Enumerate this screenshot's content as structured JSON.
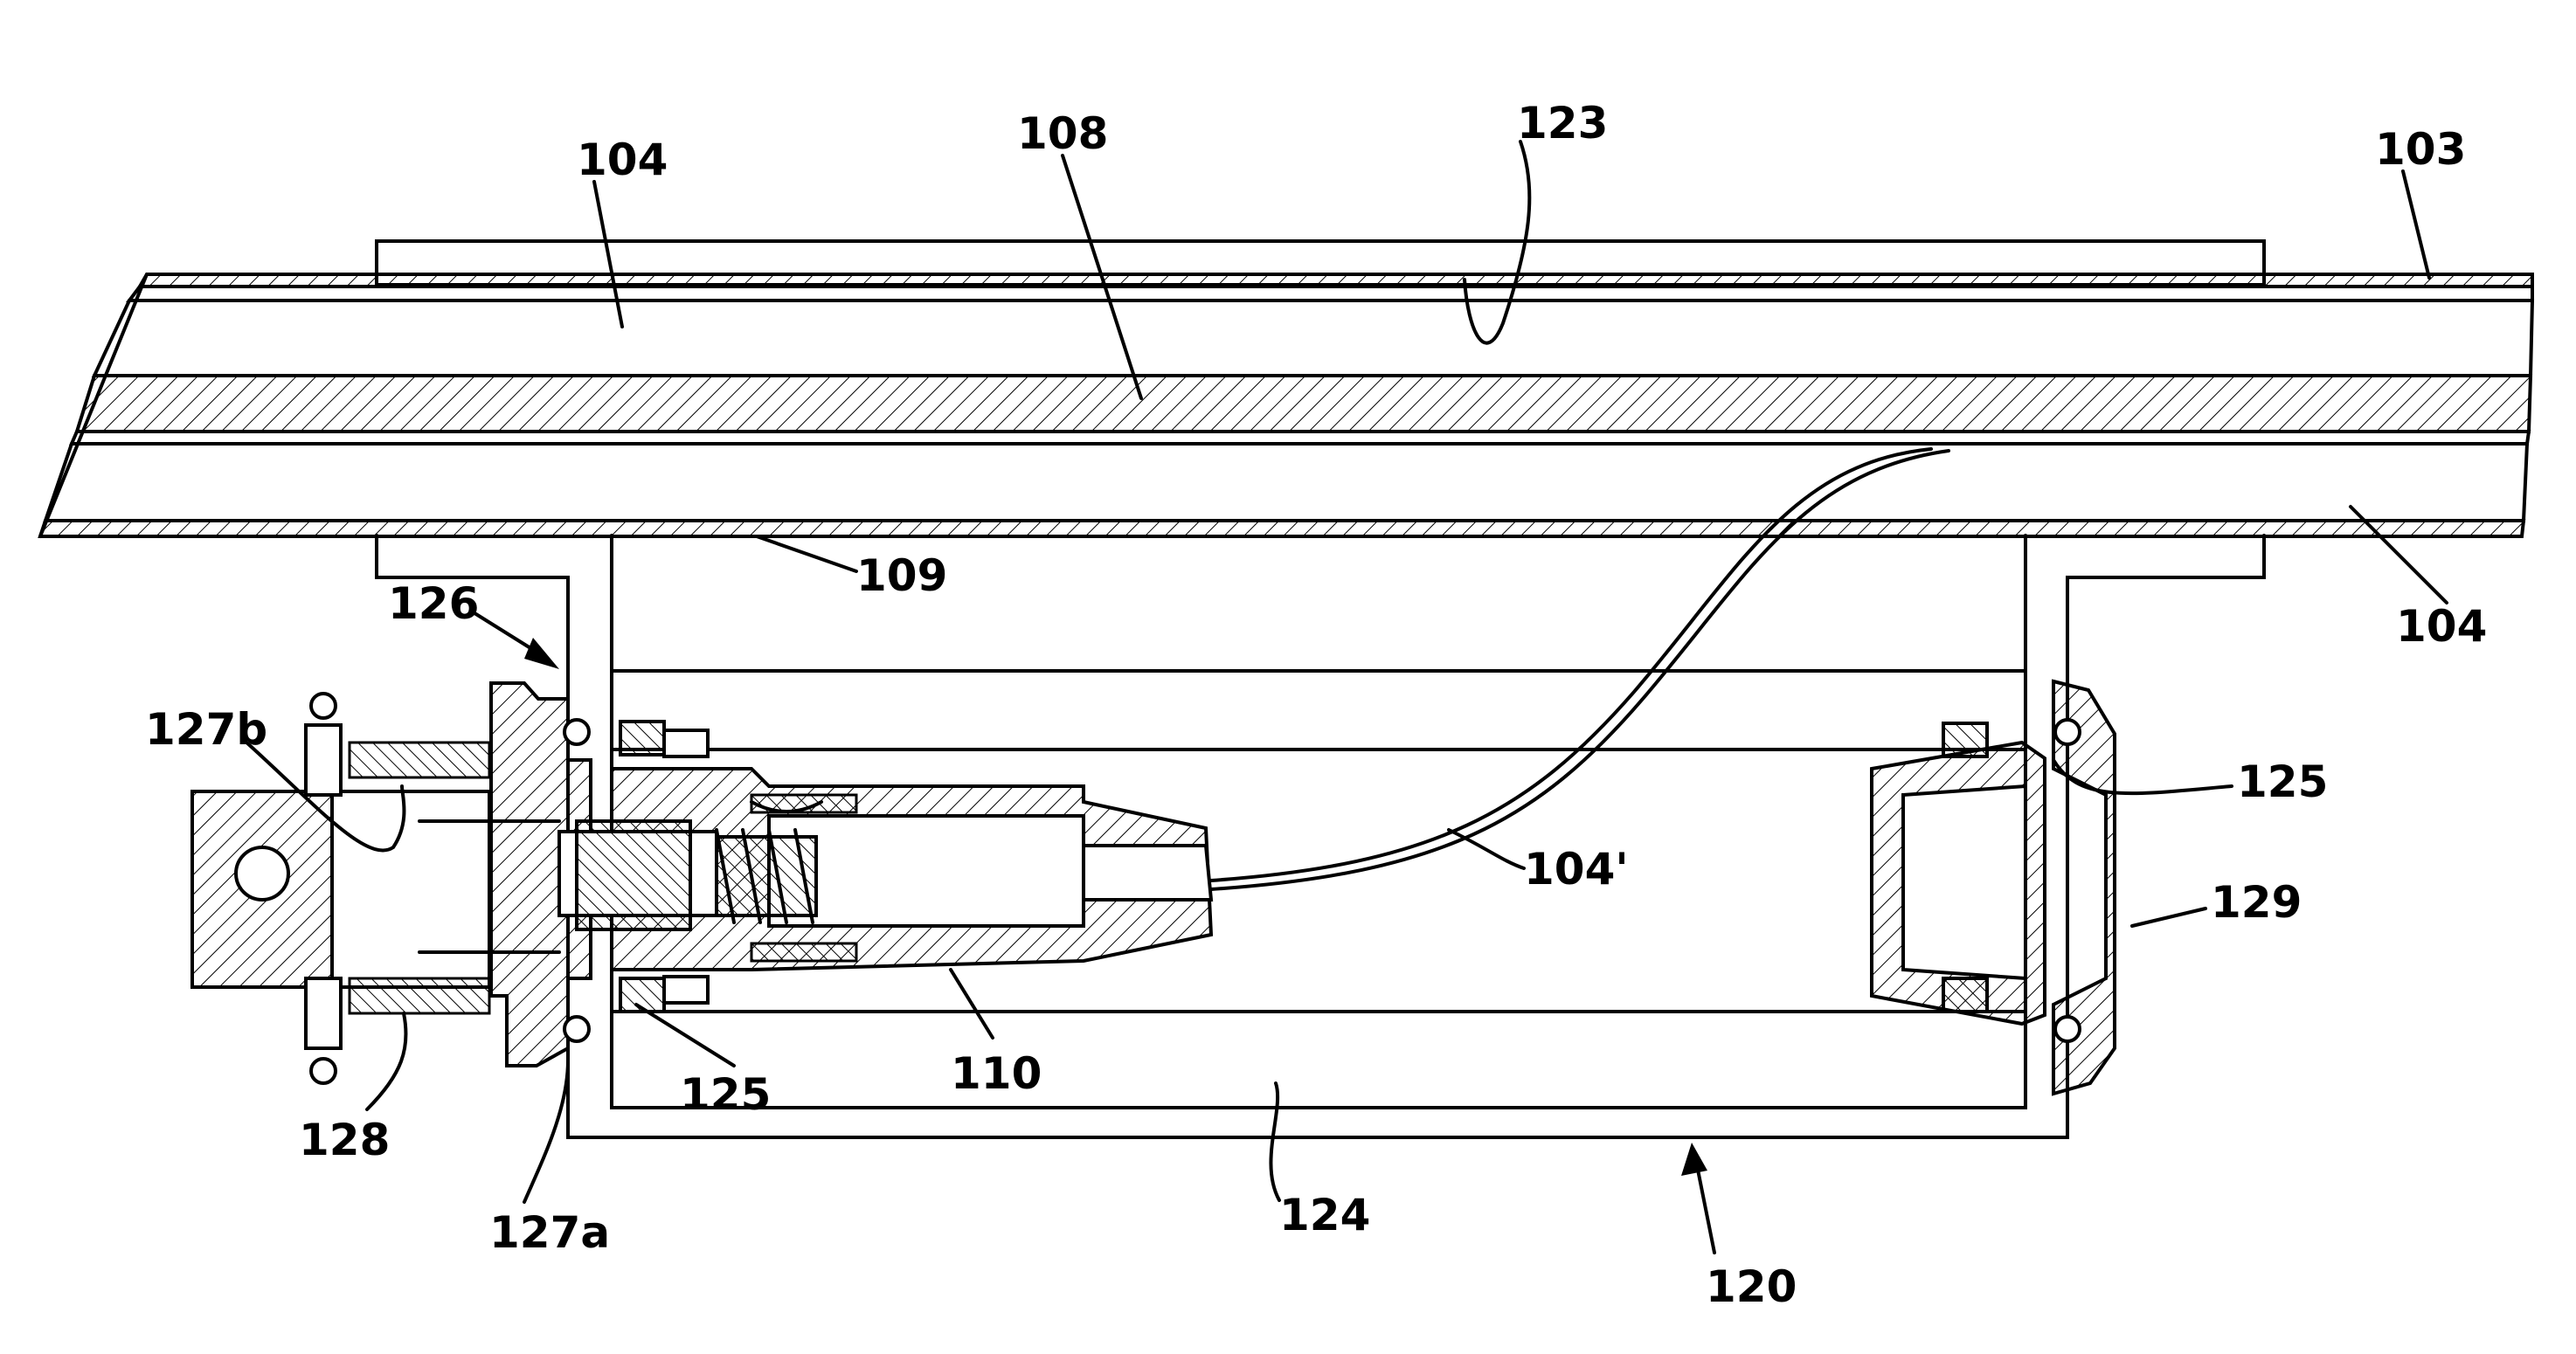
{
  "figure": {
    "labels": {
      "l104_top": "104",
      "l108": "108",
      "l123": "123",
      "l103": "103",
      "l109": "109",
      "l126": "126",
      "l104_right": "104",
      "l127b": "127b",
      "l125_right": "125",
      "l104_prime": "104'",
      "l129": "129",
      "l110": "110",
      "l125_bottom": "125",
      "l128": "128",
      "l124": "124",
      "l127a": "127a",
      "l120": "120"
    }
  }
}
